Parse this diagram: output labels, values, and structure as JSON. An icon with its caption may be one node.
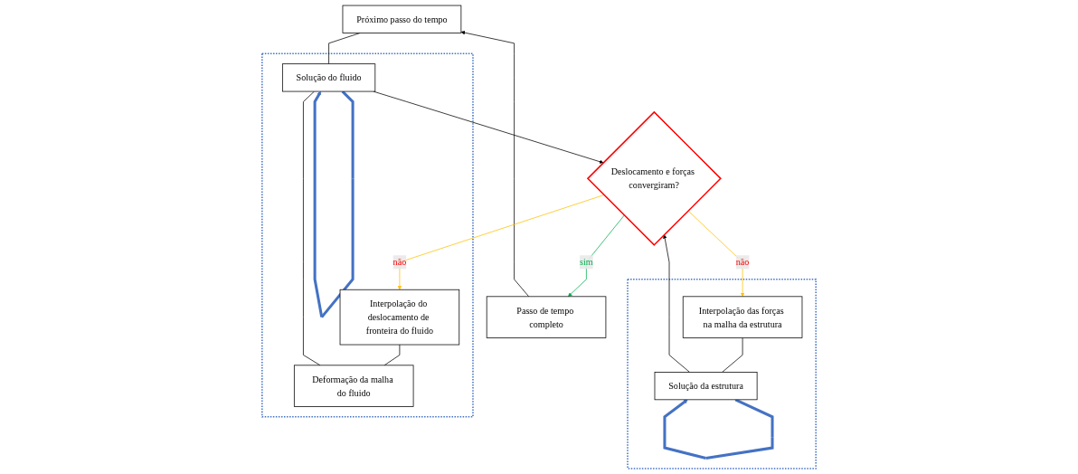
{
  "diagram": {
    "nodes": [
      {
        "text": [
          "Próximo passo do tempo"
        ]
      },
      {
        "text": [],
        "shape": "box"
      },
      {
        "text": [
          "Solução da estrutura"
        ],
        "in": 1
      },
      {
        "text": [
          "Interpolação das forças na malha da estrutura"
        ],
        "in": 1
      },
      {
        "text": [
          "Deslocamento e forças convergiram?"
        ]
      },
      {
        "text": [],
        "shape": "box"
      },
      {
        "text": [
          "Interpolação do deslocamento de fronteira do fluido"
        ],
        "in": 5
      },
      {
        "text": [
          "Deformação da malha do fluido"
        ],
        "in": 5
      },
      {
        "text": [
          "Solução do fluido"
        ],
        "in": 5
      },
      {
        "text": [
          "Passo de tempo completo"
        ]
      }
    ],
    "edges": [
      {
        "from": 9,
        "to": 0,
        "arrow": "to"
      },
      {
        "from": 0,
        "to": 8,
        "arrow": "none"
      },
      {
        "from": 8,
        "to": 8,
        "arrow": "to",
        "style": "thick",
        "color": "#4472c4"
      },
      {
        "from": 3,
        "to": 2,
        "arrow": "none"
      },
      {
        "from": 2,
        "to": 2,
        "arrow": "to",
        "style": "thick",
        "color": "#4472c4"
      },
      {
        "from": 2,
        "to": 4,
        "arrow": "to"
      },
      {
        "from": 4,
        "to": 6,
        "arrow": "to",
        "label": "não",
        "color": "#ffc000"
      },
      {
        "from": 6,
        "to": 7,
        "arrow": "none"
      },
      {
        "from": 7,
        "to": 8,
        "arrow": "none"
      },
      {
        "from": 8,
        "to": 4,
        "arrow": "to"
      },
      {
        "from": 4,
        "to": 3,
        "arrow": "to",
        "label": "não",
        "color": "#ffc000"
      },
      {
        "from": 4,
        "to": 9,
        "arrow": "to",
        "label": "sim",
        "color": "#00b050"
      }
    ]
  }
}
